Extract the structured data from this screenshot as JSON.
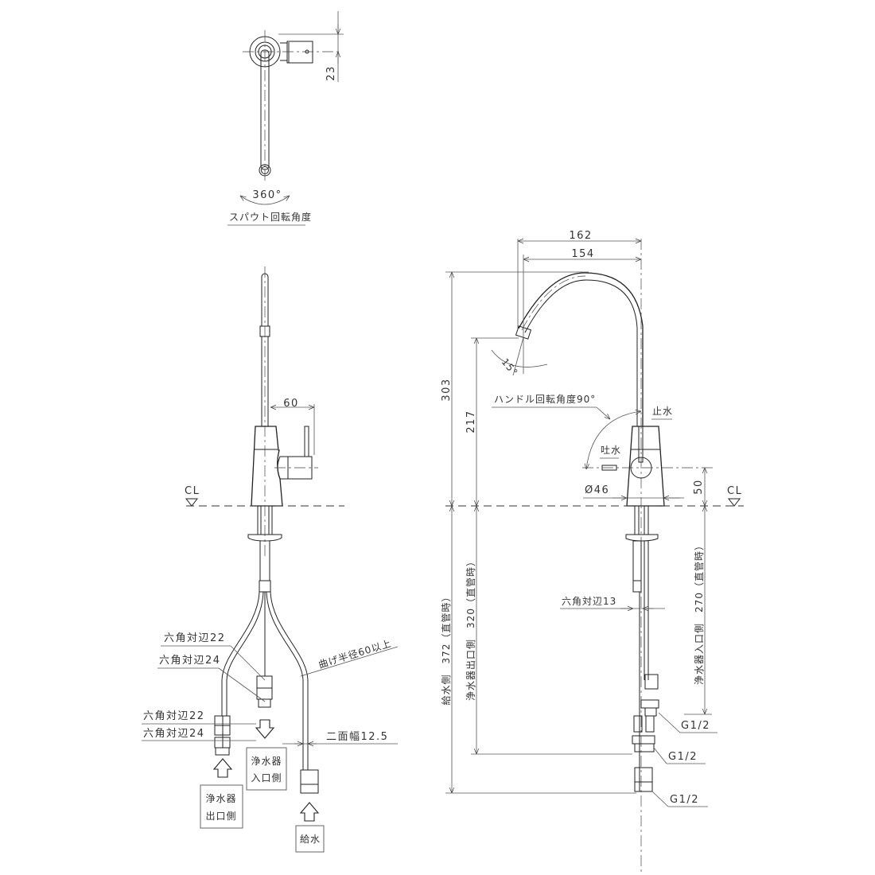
{
  "top_view": {
    "dim_23": "23",
    "rotation": "360°",
    "caption": "スパウト回転角度"
  },
  "side_view": {
    "dim_60": "60",
    "cl": "CL",
    "hex22_a": "六角対辺22",
    "hex24_a": "六角対辺24",
    "hex22_b": "六角対辺22",
    "hex24_b": "六角対辺24",
    "bend_radius": "曲げ半径60以上",
    "width_across": "二面幅12.5",
    "box_filter_in_line1": "浄水器",
    "box_filter_in_line2": "入口側",
    "box_filter_out_line1": "浄水器",
    "box_filter_out_line2": "出口側",
    "box_supply": "給水"
  },
  "front_view": {
    "dim_162": "162",
    "dim_154": "154",
    "dim_303": "303",
    "dim_217": "217",
    "angle_15": "15°",
    "handle_rotation": "ハンドル回転角度90°",
    "stop_water": "止水",
    "discharge": "吐水",
    "dia_46": "Ø46",
    "dim_50": "50",
    "cl": "CL",
    "supply_side": "給水側　372（直管時）",
    "filter_out_side": "浄水器出口側　320（直管時）",
    "filter_in_side": "浄水器入口側　270（直管時）",
    "hex13": "六角対辺13",
    "g_half_1": "G1/2",
    "g_half_2": "G1/2",
    "g_half_3": "G1/2"
  }
}
